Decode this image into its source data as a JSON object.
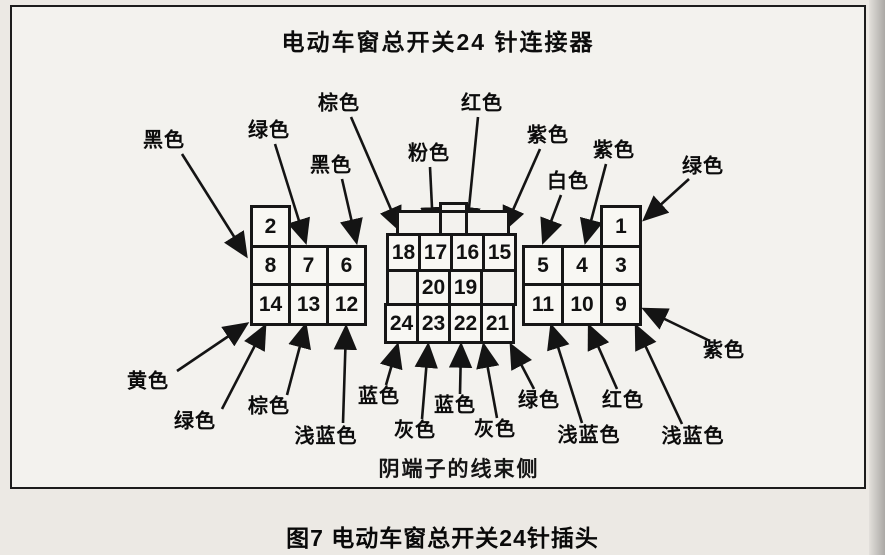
{
  "figure": {
    "title": "电动车窗总开关24 针连接器",
    "note": "阴端子的线束侧",
    "caption": "图7 电动车窗总开关24针插头"
  },
  "connector": {
    "left_block": {
      "top_pin": "2",
      "rows": [
        [
          "8",
          "7",
          "6"
        ],
        [
          "14",
          "13",
          "12"
        ]
      ]
    },
    "middle_block": {
      "rows": [
        [
          "18",
          "17",
          "16",
          "15"
        ],
        [
          "20",
          "19"
        ],
        [
          "24",
          "23",
          "22",
          "21"
        ]
      ]
    },
    "right_block": {
      "top_pin": "1",
      "rows": [
        [
          "5",
          "4",
          "3"
        ],
        [
          "11",
          "10",
          "9"
        ]
      ]
    }
  },
  "labels": {
    "top": [
      "黑色",
      "绿色",
      "棕色",
      "黑色",
      "粉色",
      "红色",
      "紫色",
      "白色",
      "紫色",
      "绿色"
    ],
    "right": [
      "紫色"
    ],
    "bottom": [
      "黄色",
      "绿色",
      "棕色",
      "浅蓝色",
      "蓝色",
      "灰色",
      "蓝色",
      "灰色",
      "绿色",
      "浅蓝色",
      "红色",
      "浅蓝色"
    ]
  }
}
